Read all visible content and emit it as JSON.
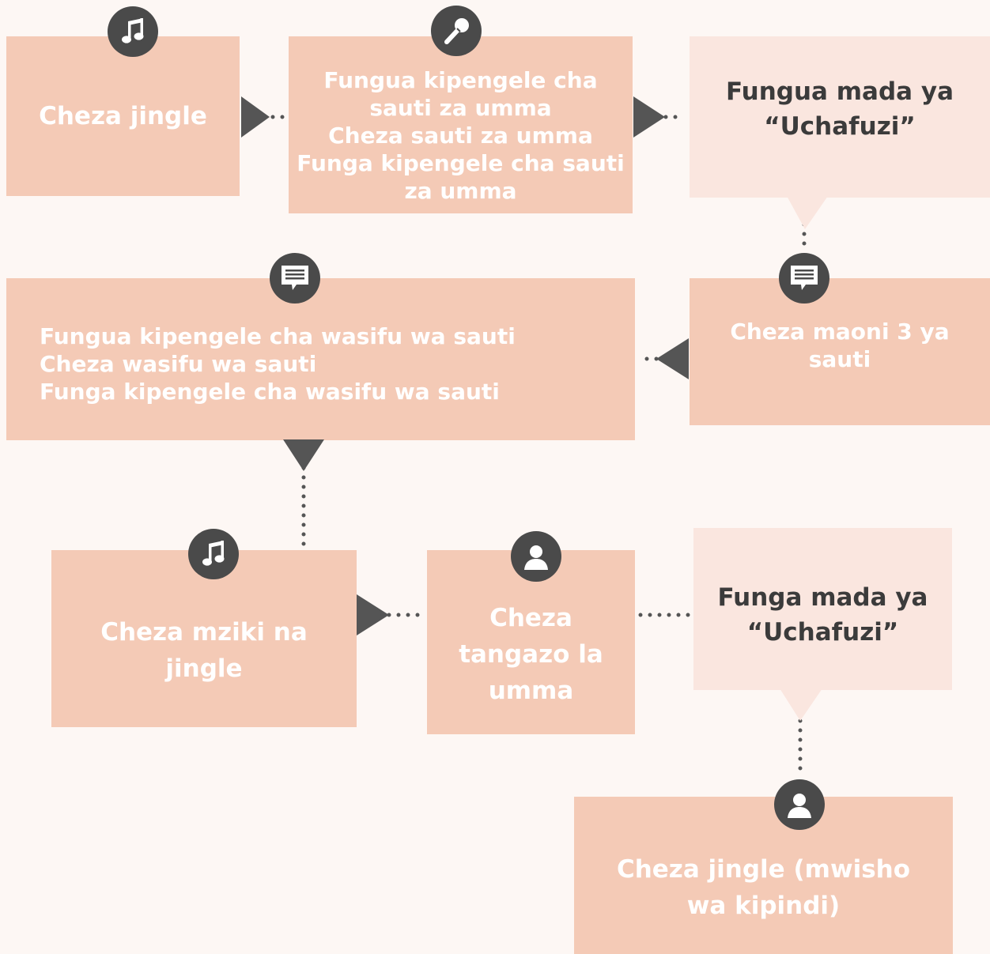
{
  "colors": {
    "background": "#fdf7f4",
    "box_fill": "#f4cab6",
    "topic_fill": "#fae6df",
    "icon_fill": "#4a4a4a",
    "connector": "#555555",
    "box_text": "#ffffff",
    "topic_text": "#3b3b3b"
  },
  "steps": [
    {
      "id": "step-1",
      "text": "Cheza jingle",
      "icon": "music-note-icon"
    },
    {
      "id": "step-2",
      "text": "Fungua kipengele cha\nsauti za umma\nCheza sauti za umma\nFunga kipengele cha sauti\nza umma",
      "icon": "microphone-icon"
    },
    {
      "id": "step-3",
      "text": "Fungua mada ya\n“Uchafuzi”",
      "icon": null
    },
    {
      "id": "step-4",
      "text": "Cheza maoni 3 ya\nsauti",
      "icon": "speech-bubble-icon"
    },
    {
      "id": "step-5",
      "text": "Fungua kipengele cha wasifu wa sauti\nCheza wasifu wa sauti\nFunga kipengele cha wasifu wa sauti",
      "icon": "speech-bubble-icon"
    },
    {
      "id": "step-6",
      "text": "Cheza mziki na\njingle",
      "icon": "music-note-icon"
    },
    {
      "id": "step-7",
      "text": "Cheza\ntangazo la\numma",
      "icon": "person-icon"
    },
    {
      "id": "step-8",
      "text": "Funga mada ya\n“Uchafuzi”",
      "icon": null
    },
    {
      "id": "step-9",
      "text": "Cheza jingle (mwisho\nwa kipindi)",
      "icon": "person-icon"
    }
  ]
}
